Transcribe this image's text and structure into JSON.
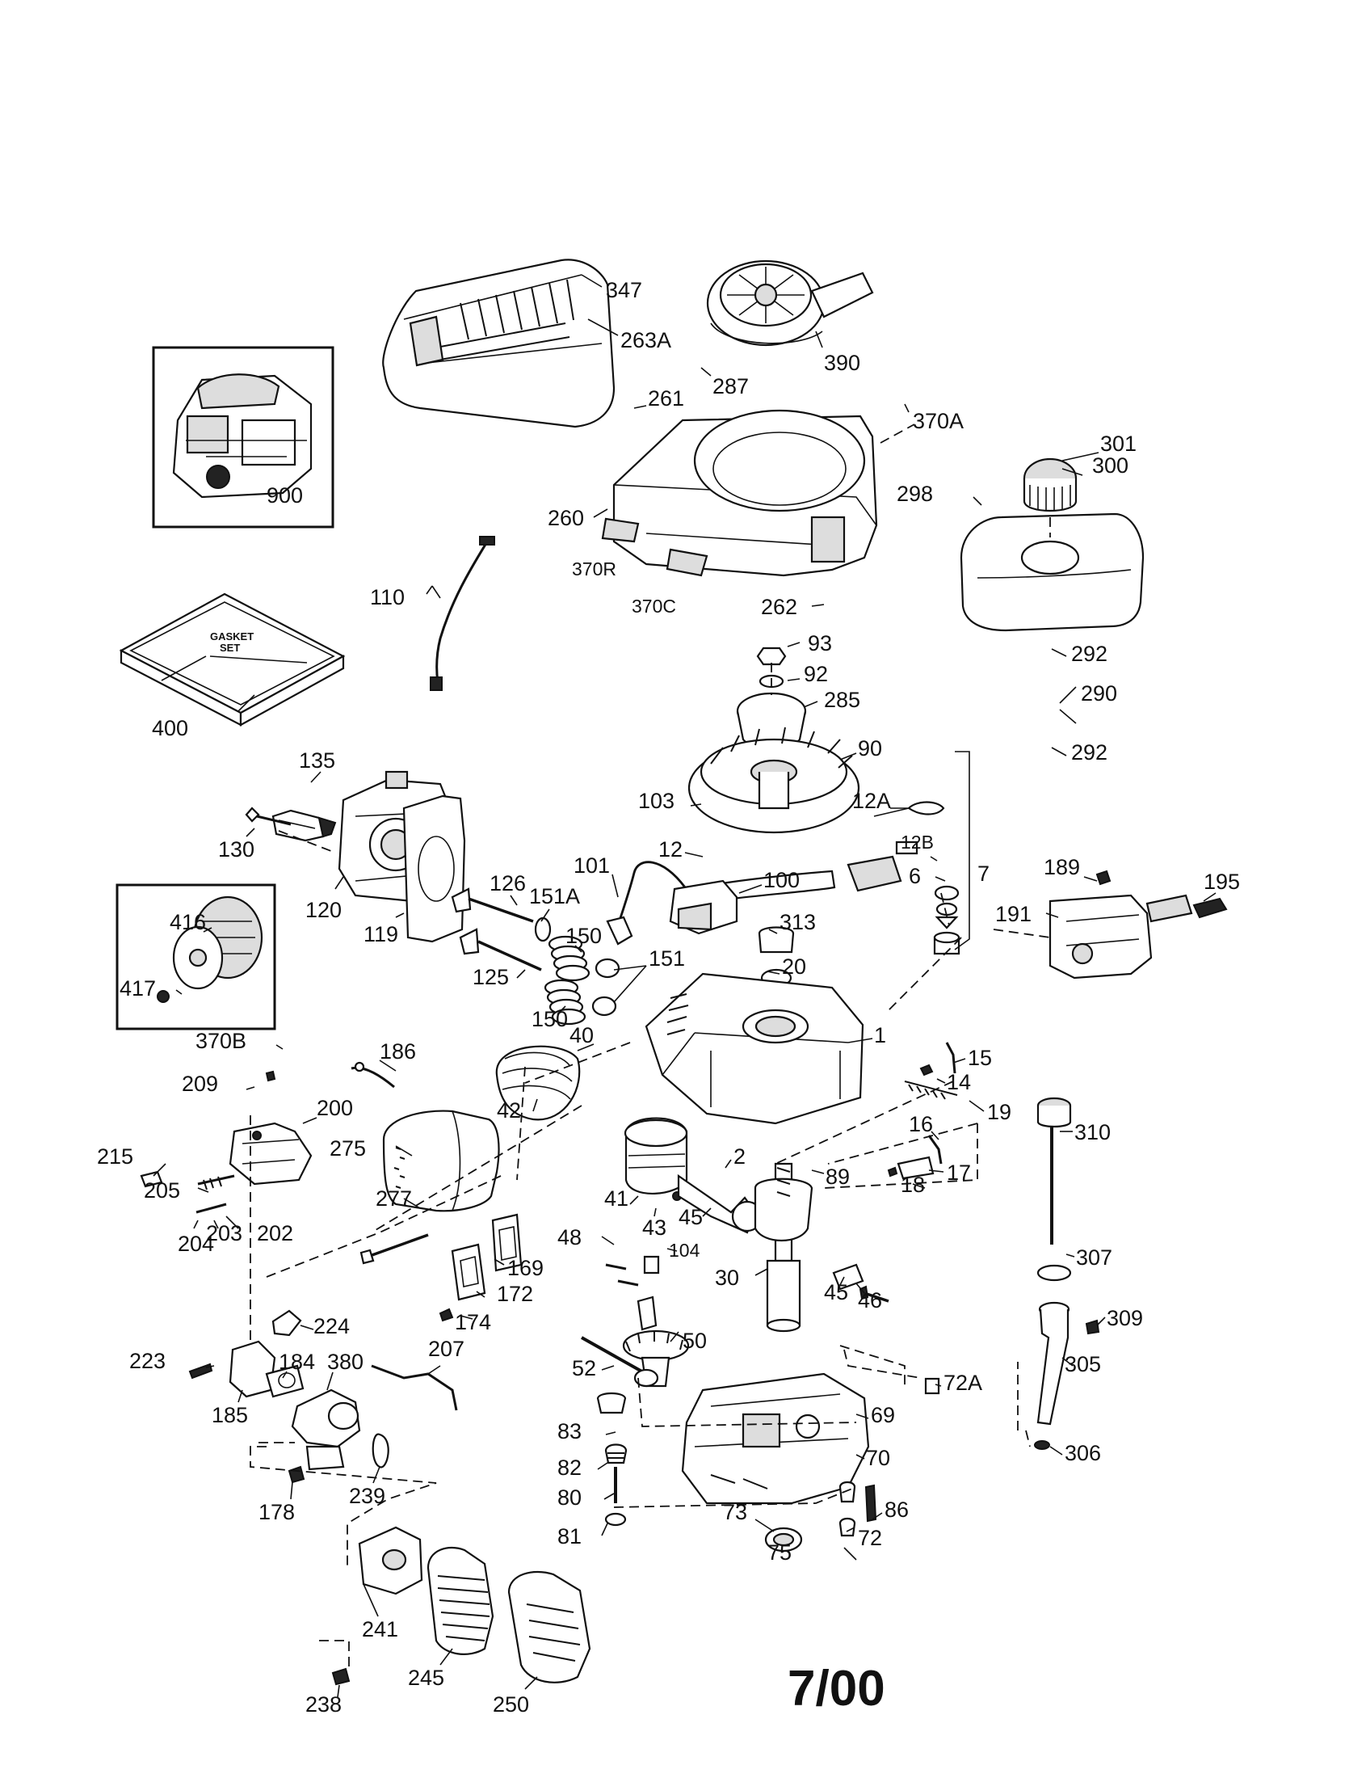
{
  "date_stamp": "7/00",
  "gasket_set_text": [
    "GASKET",
    "SET"
  ],
  "inset_engine_label": "900",
  "callouts": [
    {
      "id": "347"
    },
    {
      "id": "263A"
    },
    {
      "id": "390"
    },
    {
      "id": "287"
    },
    {
      "id": "261"
    },
    {
      "id": "370A"
    },
    {
      "id": "301"
    },
    {
      "id": "300"
    },
    {
      "id": "298"
    },
    {
      "id": "260"
    },
    {
      "id": "370R"
    },
    {
      "id": "370C"
    },
    {
      "id": "262"
    },
    {
      "id": "110"
    },
    {
      "id": "400"
    },
    {
      "id": "93"
    },
    {
      "id": "92"
    },
    {
      "id": "285"
    },
    {
      "id": "292"
    },
    {
      "id": "290"
    },
    {
      "id": "292"
    },
    {
      "id": "90"
    },
    {
      "id": "135"
    },
    {
      "id": "103"
    },
    {
      "id": "12A"
    },
    {
      "id": "130"
    },
    {
      "id": "12"
    },
    {
      "id": "12B"
    },
    {
      "id": "7"
    },
    {
      "id": "6"
    },
    {
      "id": "189"
    },
    {
      "id": "195"
    },
    {
      "id": "191"
    },
    {
      "id": "126"
    },
    {
      "id": "151A"
    },
    {
      "id": "101"
    },
    {
      "id": "100"
    },
    {
      "id": "120"
    },
    {
      "id": "119"
    },
    {
      "id": "150"
    },
    {
      "id": "313"
    },
    {
      "id": "20"
    },
    {
      "id": "416"
    },
    {
      "id": "417"
    },
    {
      "id": "151"
    },
    {
      "id": "125"
    },
    {
      "id": "150"
    },
    {
      "id": "1"
    },
    {
      "id": "370B"
    },
    {
      "id": "186"
    },
    {
      "id": "40"
    },
    {
      "id": "15"
    },
    {
      "id": "14"
    },
    {
      "id": "209"
    },
    {
      "id": "200"
    },
    {
      "id": "42"
    },
    {
      "id": "19"
    },
    {
      "id": "310"
    },
    {
      "id": "16"
    },
    {
      "id": "275"
    },
    {
      "id": "215"
    },
    {
      "id": "2"
    },
    {
      "id": "17"
    },
    {
      "id": "205"
    },
    {
      "id": "18"
    },
    {
      "id": "89"
    },
    {
      "id": "41"
    },
    {
      "id": "43"
    },
    {
      "id": "277"
    },
    {
      "id": "204"
    },
    {
      "id": "203"
    },
    {
      "id": "202"
    },
    {
      "id": "45"
    },
    {
      "id": "48"
    },
    {
      "id": "104"
    },
    {
      "id": "307"
    },
    {
      "id": "169"
    },
    {
      "id": "30"
    },
    {
      "id": "45"
    },
    {
      "id": "46"
    },
    {
      "id": "172"
    },
    {
      "id": "174"
    },
    {
      "id": "224"
    },
    {
      "id": "309"
    },
    {
      "id": "50"
    },
    {
      "id": "223"
    },
    {
      "id": "184"
    },
    {
      "id": "380"
    },
    {
      "id": "207"
    },
    {
      "id": "52"
    },
    {
      "id": "72A"
    },
    {
      "id": "305"
    },
    {
      "id": "185"
    },
    {
      "id": "69"
    },
    {
      "id": "83"
    },
    {
      "id": "306"
    },
    {
      "id": "70"
    },
    {
      "id": "82"
    },
    {
      "id": "178"
    },
    {
      "id": "239"
    },
    {
      "id": "80"
    },
    {
      "id": "73"
    },
    {
      "id": "86"
    },
    {
      "id": "81"
    },
    {
      "id": "75"
    },
    {
      "id": "72"
    },
    {
      "id": "241"
    },
    {
      "id": "245"
    },
    {
      "id": "238"
    },
    {
      "id": "250"
    }
  ]
}
